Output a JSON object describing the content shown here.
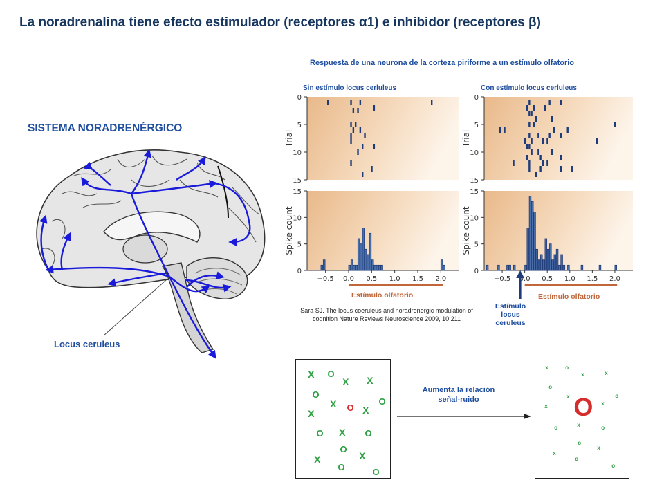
{
  "title": "La noradrenalina tiene efecto estimulador (receptores α1) e inhibidor (receptores β)",
  "brain": {
    "system_label": "SISTEMA NORADRENÉRGICO",
    "locus_label": "Locus ceruleus"
  },
  "response": {
    "title": "Respuesta  de una neurona de la corteza piriforme a un estímulo olfatorio",
    "left_header": "Sin estímulo locus cerluleus",
    "right_header": "Con estímulo locus cerluleus",
    "stim_olf_left": "Estímulo olfatorio",
    "stim_olf_right": "Estímulo olfatorio",
    "stim_lc": "Estímulo locus ceruleus",
    "citation": "Sara SJ. The locus coeruleus and noradrenergic modulation of cognition Nature Reviews Neuroscience 2009, 10:211",
    "axis": {
      "trial_label": "Trial",
      "spike_label": "Spike count",
      "trial_ticks": [
        "0",
        "5",
        "10",
        "15"
      ],
      "spike_ticks": [
        "0",
        "5",
        "10",
        "15"
      ],
      "x_ticks": [
        "−0.5",
        "0.0",
        "0.5",
        "1.0",
        "1.5",
        "2.0"
      ]
    }
  },
  "chart_data": [
    {
      "type": "bar",
      "title": "Sin estímulo locus cerluleus",
      "xlabel": "",
      "ylabel": "Spike count",
      "xlim": [
        -0.9,
        2.4
      ],
      "ylim": [
        0,
        15
      ],
      "bin_width": 0.05,
      "x": [
        -0.6,
        -0.55,
        0.0,
        0.05,
        0.1,
        0.15,
        0.2,
        0.25,
        0.3,
        0.35,
        0.4,
        0.45,
        0.5,
        0.55,
        0.6,
        0.65,
        0.7,
        2.0,
        2.05
      ],
      "values": [
        1,
        2,
        1,
        2,
        1,
        1,
        6,
        5,
        8,
        4,
        3,
        7,
        2,
        1,
        1,
        1,
        1,
        2,
        1
      ]
    },
    {
      "type": "bar",
      "title": "Con estímulo locus cerluleus",
      "xlabel": "",
      "ylabel": "Spike count",
      "xlim": [
        -0.9,
        2.4
      ],
      "ylim": [
        0,
        15
      ],
      "bin_width": 0.05,
      "x": [
        -0.85,
        -0.6,
        -0.4,
        -0.35,
        -0.25,
        0.0,
        0.05,
        0.1,
        0.15,
        0.2,
        0.25,
        0.3,
        0.35,
        0.4,
        0.45,
        0.5,
        0.55,
        0.6,
        0.65,
        0.7,
        0.75,
        0.8,
        0.85,
        0.95,
        1.25,
        1.65,
        2.0
      ],
      "values": [
        1,
        1,
        1,
        1,
        1,
        1,
        8,
        14,
        13,
        11,
        4,
        2,
        3,
        2,
        6,
        4,
        5,
        2,
        3,
        4,
        1,
        3,
        1,
        1,
        1,
        1,
        1
      ]
    },
    {
      "type": "scatter",
      "title": "Sin estímulo locus cerluleus",
      "xlabel": "",
      "ylabel": "Trial",
      "xlim": [
        -0.9,
        2.4
      ],
      "ylim": [
        15,
        0
      ],
      "points": [
        [
          -0.45,
          1
        ],
        [
          0.05,
          1
        ],
        [
          0.25,
          1
        ],
        [
          1.8,
          1
        ],
        [
          0.55,
          2
        ],
        [
          0.1,
          2.5
        ],
        [
          0.2,
          2.5
        ],
        [
          0.05,
          5
        ],
        [
          0.15,
          5
        ],
        [
          0.1,
          6
        ],
        [
          0.25,
          6
        ],
        [
          0.05,
          7
        ],
        [
          0.35,
          7
        ],
        [
          0.05,
          8
        ],
        [
          0.3,
          9
        ],
        [
          0.55,
          9
        ],
        [
          0.2,
          10
        ],
        [
          0.05,
          12
        ],
        [
          0.5,
          13
        ],
        [
          0.3,
          14
        ]
      ]
    },
    {
      "type": "scatter",
      "title": "Con estímulo locus cerluleus",
      "xlabel": "",
      "ylabel": "Trial",
      "xlim": [
        -0.9,
        2.4
      ],
      "ylim": [
        15,
        0
      ],
      "points": [
        [
          0.1,
          1
        ],
        [
          0.55,
          1
        ],
        [
          0.8,
          1
        ],
        [
          0.05,
          2
        ],
        [
          0.2,
          2
        ],
        [
          0.45,
          2
        ],
        [
          0.1,
          3
        ],
        [
          0.15,
          3
        ],
        [
          0.25,
          4
        ],
        [
          0.6,
          4
        ],
        [
          -0.55,
          6
        ],
        [
          -0.45,
          6
        ],
        [
          0.1,
          5
        ],
        [
          0.2,
          5
        ],
        [
          0.65,
          6
        ],
        [
          0.95,
          6
        ],
        [
          2.0,
          5
        ],
        [
          0.1,
          7
        ],
        [
          0.3,
          7
        ],
        [
          0.55,
          7
        ],
        [
          0.8,
          7
        ],
        [
          0.0,
          8
        ],
        [
          0.15,
          8
        ],
        [
          0.4,
          8
        ],
        [
          0.5,
          8
        ],
        [
          1.6,
          8
        ],
        [
          0.05,
          9
        ],
        [
          0.1,
          9
        ],
        [
          0.15,
          10
        ],
        [
          0.3,
          10
        ],
        [
          0.6,
          10
        ],
        [
          0.05,
          11
        ],
        [
          0.35,
          11
        ],
        [
          0.8,
          11
        ],
        [
          -0.25,
          12
        ],
        [
          0.1,
          12
        ],
        [
          0.4,
          12
        ],
        [
          0.5,
          12
        ],
        [
          0.1,
          13
        ],
        [
          0.35,
          13
        ],
        [
          0.8,
          13
        ],
        [
          1.05,
          13
        ],
        [
          0.25,
          14
        ]
      ]
    }
  ],
  "noise_diagram": {
    "ratio_label": "Aumenta  la relación señal-ruido",
    "left_symbols": [
      {
        "t": "X",
        "dx": 22,
        "dy": 22,
        "c": "#2ea043",
        "s": 14
      },
      {
        "t": "O",
        "dx": 50,
        "dy": 22,
        "c": "#2ea043",
        "s": 13
      },
      {
        "t": "X",
        "dx": 72,
        "dy": 33,
        "c": "#2ea043",
        "s": 14
      },
      {
        "t": "X",
        "dx": 107,
        "dy": 31,
        "c": "#2ea043",
        "s": 14
      },
      {
        "t": "O",
        "dx": 28,
        "dy": 52,
        "c": "#2ea043",
        "s": 13
      },
      {
        "t": "X",
        "dx": 54,
        "dy": 65,
        "c": "#2ea043",
        "s": 14
      },
      {
        "t": "O",
        "dx": 78,
        "dy": 71,
        "c": "#d62c2c",
        "s": 13
      },
      {
        "t": "X",
        "dx": 101,
        "dy": 74,
        "c": "#2ea043",
        "s": 14
      },
      {
        "t": "O",
        "dx": 124,
        "dy": 62,
        "c": "#2ea043",
        "s": 13
      },
      {
        "t": "X",
        "dx": 22,
        "dy": 79,
        "c": "#2ea043",
        "s": 14
      },
      {
        "t": "O",
        "dx": 34,
        "dy": 108,
        "c": "#2ea043",
        "s": 13
      },
      {
        "t": "X",
        "dx": 67,
        "dy": 106,
        "c": "#2ea043",
        "s": 14
      },
      {
        "t": "O",
        "dx": 104,
        "dy": 108,
        "c": "#2ea043",
        "s": 13
      },
      {
        "t": "O",
        "dx": 68,
        "dy": 131,
        "c": "#2ea043",
        "s": 13
      },
      {
        "t": "X",
        "dx": 31,
        "dy": 145,
        "c": "#2ea043",
        "s": 14
      },
      {
        "t": "X",
        "dx": 96,
        "dy": 140,
        "c": "#2ea043",
        "s": 14
      },
      {
        "t": "O",
        "dx": 65,
        "dy": 157,
        "c": "#2ea043",
        "s": 13
      },
      {
        "t": "O",
        "dx": 115,
        "dy": 164,
        "c": "#2ea043",
        "s": 13
      }
    ],
    "right_symbols": [
      {
        "t": "x",
        "dx": 17,
        "dy": 15,
        "c": "#2ea043",
        "s": 8
      },
      {
        "t": "o",
        "dx": 46,
        "dy": 15,
        "c": "#2ea043",
        "s": 8
      },
      {
        "t": "x",
        "dx": 69,
        "dy": 25,
        "c": "#2ea043",
        "s": 8
      },
      {
        "t": "x",
        "dx": 103,
        "dy": 23,
        "c": "#2ea043",
        "s": 8
      },
      {
        "t": "o",
        "dx": 22,
        "dy": 43,
        "c": "#2ea043",
        "s": 8
      },
      {
        "t": "x",
        "dx": 48,
        "dy": 57,
        "c": "#2ea043",
        "s": 8
      },
      {
        "t": "O",
        "dx": 68,
        "dy": 75,
        "c": "#d62c2c",
        "s": 36
      },
      {
        "t": "x",
        "dx": 98,
        "dy": 67,
        "c": "#2ea043",
        "s": 8
      },
      {
        "t": "o",
        "dx": 118,
        "dy": 56,
        "c": "#2ea043",
        "s": 8
      },
      {
        "t": "x",
        "dx": 16,
        "dy": 71,
        "c": "#2ea043",
        "s": 8
      },
      {
        "t": "o",
        "dx": 30,
        "dy": 102,
        "c": "#2ea043",
        "s": 8
      },
      {
        "t": "x",
        "dx": 63,
        "dy": 98,
        "c": "#2ea043",
        "s": 8
      },
      {
        "t": "o",
        "dx": 98,
        "dy": 102,
        "c": "#2ea043",
        "s": 8
      },
      {
        "t": "o",
        "dx": 64,
        "dy": 124,
        "c": "#2ea043",
        "s": 8
      },
      {
        "t": "x",
        "dx": 28,
        "dy": 139,
        "c": "#2ea043",
        "s": 8
      },
      {
        "t": "x",
        "dx": 92,
        "dy": 131,
        "c": "#2ea043",
        "s": 8
      },
      {
        "t": "o",
        "dx": 60,
        "dy": 147,
        "c": "#2ea043",
        "s": 8
      },
      {
        "t": "o",
        "dx": 113,
        "dy": 157,
        "c": "#2ea043",
        "s": 8
      }
    ]
  }
}
